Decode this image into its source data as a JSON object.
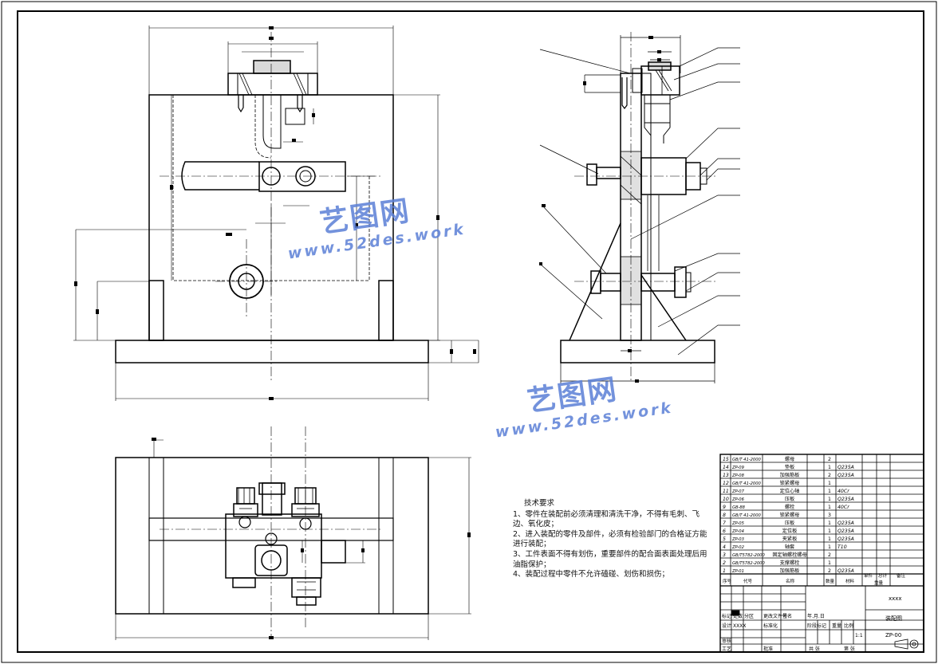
{
  "technical_requirements": {
    "title": "技术要求",
    "items": [
      "1、零件在装配前必须清理和清洗干净，不得有毛刺、飞边、氧化皮；",
      "2、进入装配的零件及部件，必须有检验部门的合格证方能进行装配；",
      "3、工件表面不得有划伤，重要部件的配合面表面处理后用油脂保护；",
      "4、装配过程中零件不允许磕碰、划伤和损伤；"
    ]
  },
  "bom": {
    "rows": [
      {
        "no": "15",
        "code": "GB/T 41-2000",
        "name": "螺母",
        "qty": "2",
        "material": ""
      },
      {
        "no": "14",
        "code": "ZP-09",
        "name": "垫板",
        "qty": "1",
        "material": "Q235A"
      },
      {
        "no": "13",
        "code": "ZP-08",
        "name": "加强筋板",
        "qty": "2",
        "material": "Q235A"
      },
      {
        "no": "12",
        "code": "GB/T 41-2000",
        "name": "锁紧螺母",
        "qty": "1",
        "material": ""
      },
      {
        "no": "11",
        "code": "ZP-07",
        "name": "定位心轴",
        "qty": "1",
        "material": "40Cr"
      },
      {
        "no": "10",
        "code": "ZP-06",
        "name": "压板",
        "qty": "1",
        "material": "Q235A"
      },
      {
        "no": "9",
        "code": "GB-88",
        "name": "螺栓",
        "qty": "1",
        "material": "40Cr"
      },
      {
        "no": "8",
        "code": "GB/T 41-2000",
        "name": "锁紧螺母",
        "qty": "3",
        "material": ""
      },
      {
        "no": "7",
        "code": "ZP-05",
        "name": "压板",
        "qty": "1",
        "material": "Q235A"
      },
      {
        "no": "6",
        "code": "ZP-04",
        "name": "定位板",
        "qty": "1",
        "material": "Q235A"
      },
      {
        "no": "5",
        "code": "ZP-03",
        "name": "夹紧板",
        "qty": "1",
        "material": "Q235A"
      },
      {
        "no": "4",
        "code": "ZP-02",
        "name": "轴套",
        "qty": "1",
        "material": "T10"
      },
      {
        "no": "3",
        "code": "GB/T5782-2000",
        "name": "固定轴螺栓螺母",
        "qty": "2",
        "material": ""
      },
      {
        "no": "2",
        "code": "GB/T5782-2000",
        "name": "支撑螺栓",
        "qty": "1",
        "material": ""
      },
      {
        "no": "1",
        "code": "ZP-01",
        "name": "加强筋板",
        "qty": "2",
        "material": "Q235A"
      }
    ],
    "header": [
      "序号",
      "代号",
      "名称",
      "数量",
      "材料",
      "单件",
      "总计",
      "备注"
    ],
    "header_sub": "重量"
  },
  "title_block": {
    "company": "xxxx",
    "drawing_name": "装配图",
    "drawing_no": "ZP-00",
    "scale": "1:1",
    "labels": {
      "mark": "标记",
      "count": "处数",
      "zone": "分区",
      "change_doc": "更改文件号",
      "signature": "签名",
      "date": "年.月.日",
      "design": "设计",
      "design_name": "XXXX",
      "std": "标准化",
      "stage_mark": "阶段标记",
      "weight": "重量",
      "scale_label": "比例",
      "review": "审核",
      "process": "工艺",
      "approve": "批准",
      "sheets_total": "共 张",
      "sheet_no": "第 张"
    }
  },
  "watermarks": [
    {
      "cn": "艺图网",
      "url": "www.52des.work"
    },
    {
      "cn": "艺图网",
      "url": "www.52des.work"
    }
  ]
}
